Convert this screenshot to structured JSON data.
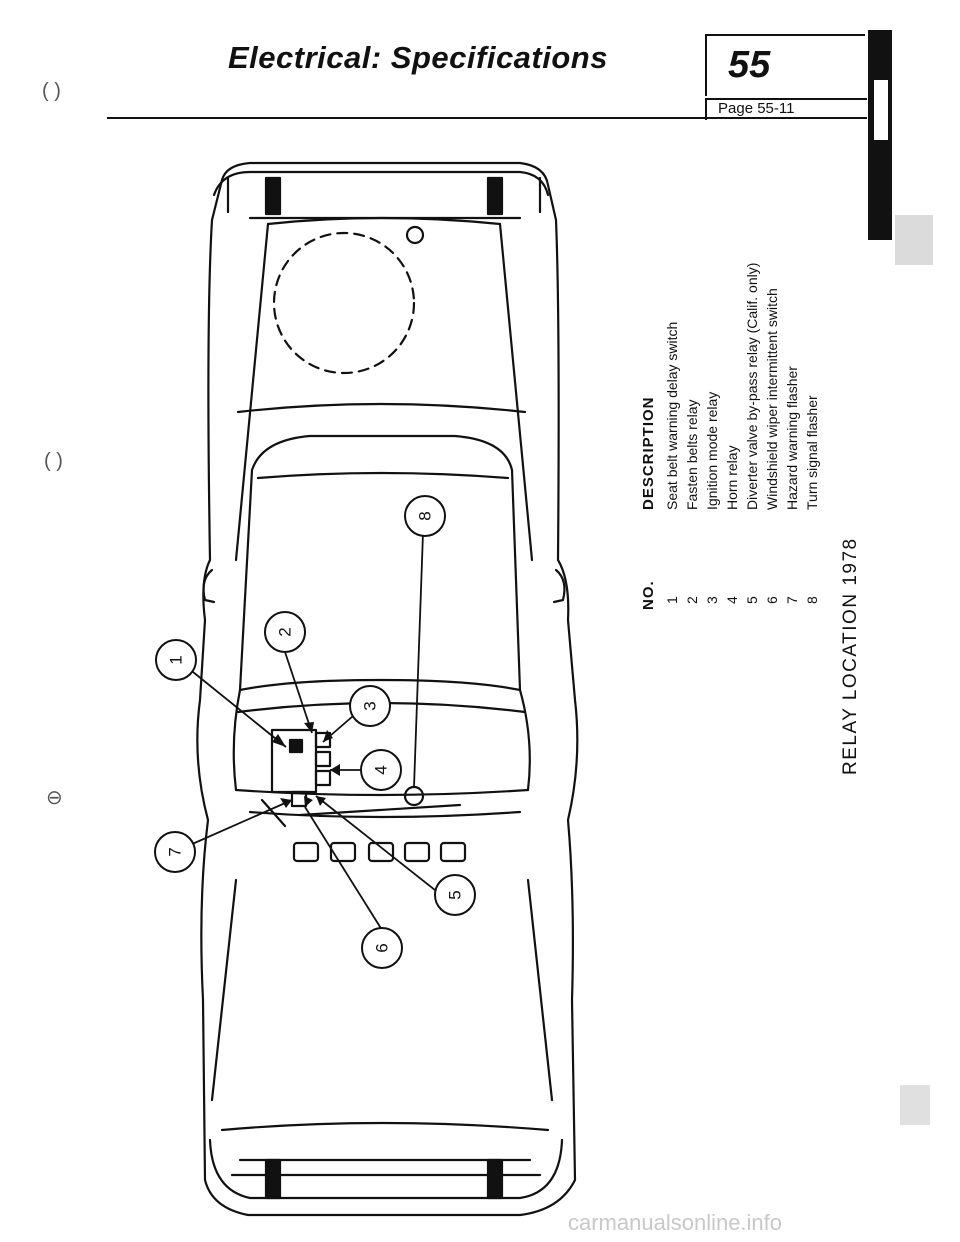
{
  "header": {
    "title": "Electrical: Specifications",
    "section_number": "55",
    "page_label": "Page 55-11"
  },
  "figure": {
    "caption": "RELAY LOCATION 1978",
    "callouts": [
      "1",
      "2",
      "3",
      "4",
      "5",
      "6",
      "7",
      "8"
    ]
  },
  "legend": {
    "col_no": "NO.",
    "col_desc": "DESCRIPTION",
    "rows": [
      {
        "no": "1",
        "desc": "Seat belt warning delay switch"
      },
      {
        "no": "2",
        "desc": "Fasten belts relay"
      },
      {
        "no": "3",
        "desc": "Ignition mode relay"
      },
      {
        "no": "4",
        "desc": "Horn relay"
      },
      {
        "no": "5",
        "desc": "Diverter valve by-pass relay (Calif. only)"
      },
      {
        "no": "6",
        "desc": "Windshield wiper intermittent switch"
      },
      {
        "no": "7",
        "desc": "Hazard warning flasher"
      },
      {
        "no": "8",
        "desc": "Turn signal flasher"
      }
    ]
  },
  "footer": {
    "watermark": "carmanualsonline.info"
  }
}
